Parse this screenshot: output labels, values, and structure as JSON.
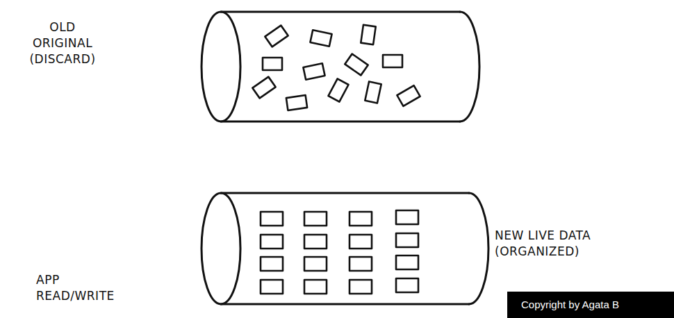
{
  "diagram": {
    "labels": [
      "OLD ORIGINAL (DISCARD)",
      "NEW LIVE DATA (ORGANIZED)",
      "APP READ/WRITE",
      "Copyright by Agata B"
    ]
  }
}
